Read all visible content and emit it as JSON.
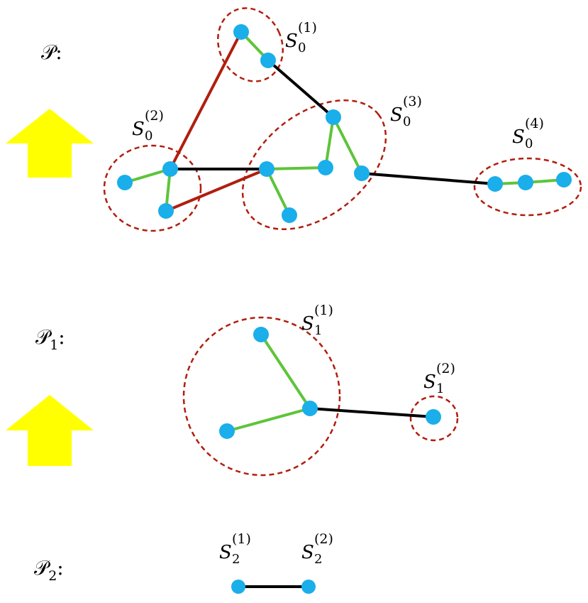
{
  "colors": {
    "node": "#1aaeea",
    "intra_edge": "#5ec43a",
    "inter_edge": "#000000",
    "extra_edge": "#b01e0e",
    "cluster_outline": "#b01e0e",
    "arrow": "#ffff00"
  },
  "levels": [
    {
      "id": "P",
      "script": "𝒫",
      "subscript": "",
      "colon": ":"
    },
    {
      "id": "P1",
      "script": "𝒫",
      "subscript": "1",
      "colon": ":"
    },
    {
      "id": "P2",
      "script": "𝒫",
      "subscript": "2",
      "colon": ":"
    }
  ],
  "clusters": [
    {
      "id": "S0_1",
      "base": "S",
      "sub": "0",
      "sup": "(1)"
    },
    {
      "id": "S0_2",
      "base": "S",
      "sub": "0",
      "sup": "(2)"
    },
    {
      "id": "S0_3",
      "base": "S",
      "sub": "0",
      "sup": "(3)"
    },
    {
      "id": "S0_4",
      "base": "S",
      "sub": "0",
      "sup": "(4)"
    },
    {
      "id": "S1_1",
      "base": "S",
      "sub": "1",
      "sup": "(1)"
    },
    {
      "id": "S1_2",
      "base": "S",
      "sub": "1",
      "sup": "(2)"
    },
    {
      "id": "S2_1",
      "base": "S",
      "sub": "2",
      "sup": "(1)"
    },
    {
      "id": "S2_2",
      "base": "S",
      "sub": "2",
      "sup": "(2)"
    }
  ],
  "arrows": [
    "up-arrow",
    "up-arrow"
  ]
}
